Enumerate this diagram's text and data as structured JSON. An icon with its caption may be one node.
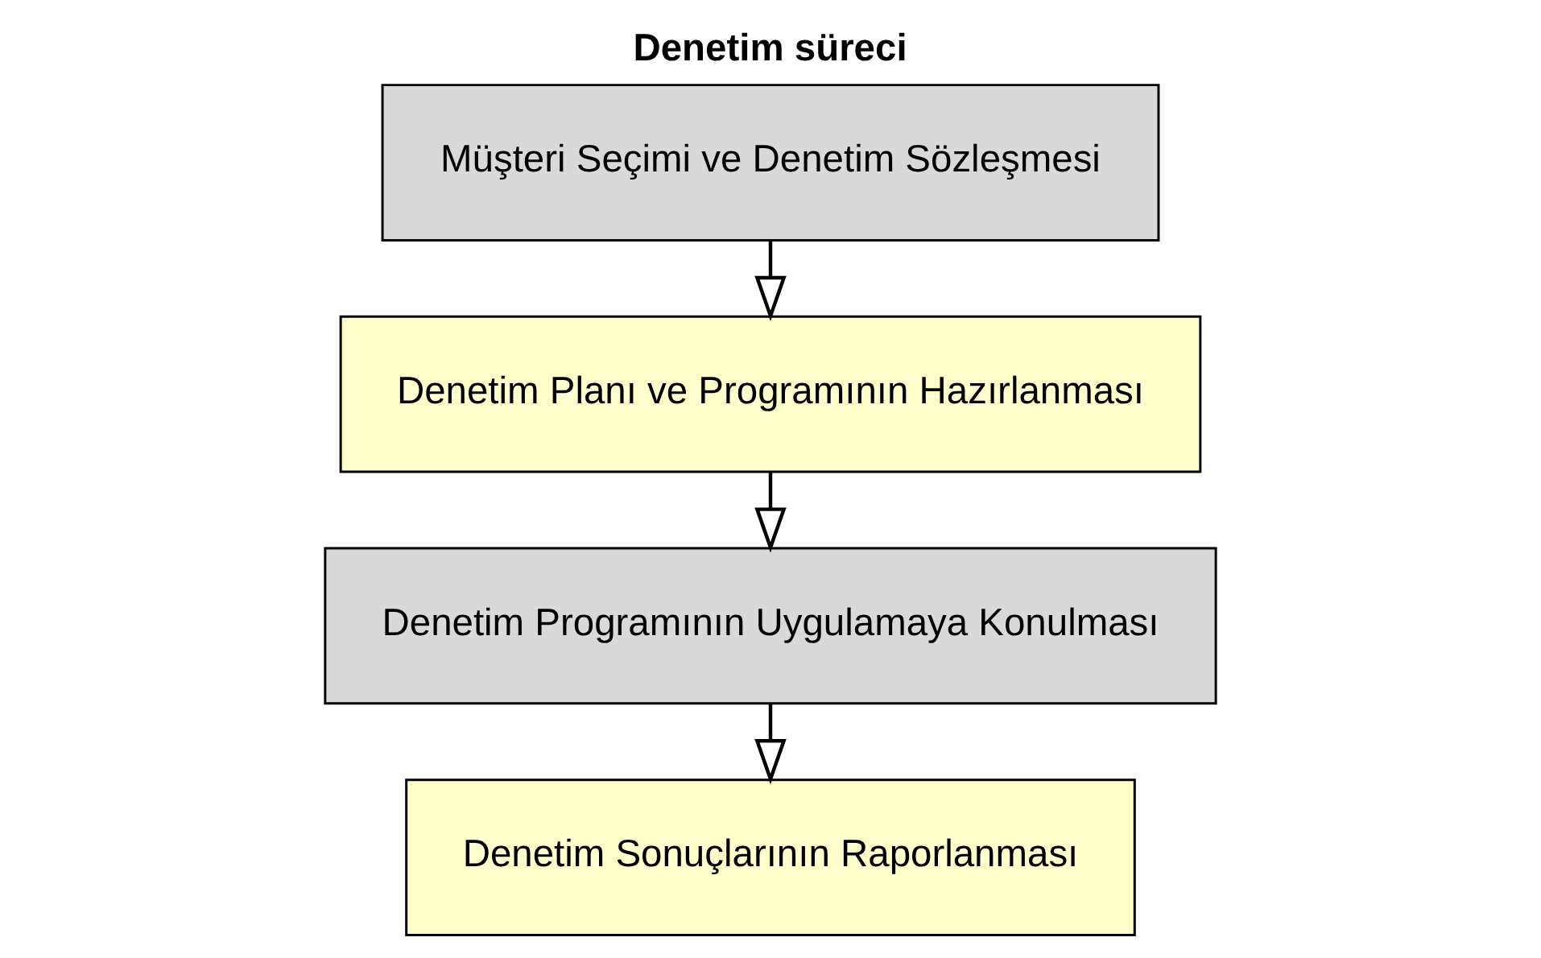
{
  "diagram": {
    "title": "Denetim süreci",
    "nodes": [
      {
        "text": [
          "Müşteri Seçimi ve Denetim Sözleşmesi"
        ]
      },
      {
        "text": [
          "Denetim Planı ve Programının Hazırlanması"
        ]
      },
      {
        "text": [
          "Denetim Programının Uygulamaya Konulması"
        ]
      },
      {
        "text": [
          "Denetim Sonuçlarının Raporlanması"
        ]
      }
    ],
    "edges": [
      {
        "from": 0,
        "to": 1,
        "arrow": "to"
      },
      {
        "from": 1,
        "to": 2,
        "arrow": "to"
      },
      {
        "from": 2,
        "to": 3,
        "arrow": "to"
      }
    ]
  }
}
